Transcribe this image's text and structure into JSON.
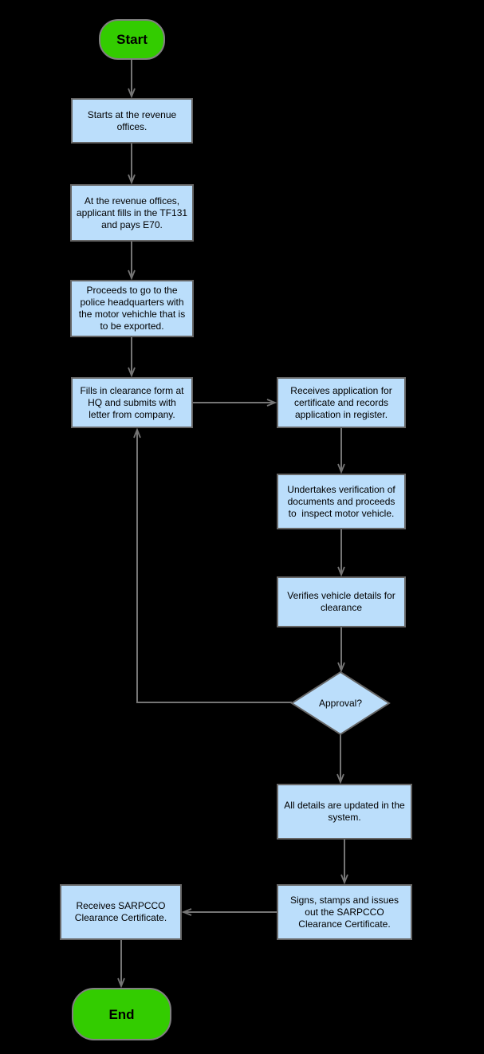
{
  "diagram": {
    "type": "flowchart",
    "colors": {
      "terminal_fill": "#33CC00",
      "terminal_border": "#808080",
      "process_fill": "#BBDEFB",
      "border": "#666666",
      "connector": "#757575",
      "text": "#000000",
      "background": "#000000"
    },
    "nodes": {
      "start": {
        "shape": "terminal",
        "label": "Start"
      },
      "revenue_offices": {
        "shape": "process",
        "label": "Starts at the revenue\noffices."
      },
      "tf131_payment": {
        "shape": "process",
        "label": "At the revenue offices,\napplicant fills in the TF131\nand pays E70."
      },
      "police_hq": {
        "shape": "process",
        "label": "Proceeds to go to the\npolice headquarters with\nthe motor vehichle that is\nto be exported."
      },
      "clearance_form": {
        "shape": "process",
        "label": "Fills in clearance form at\nHQ and submits with\nletter from company."
      },
      "receives_application": {
        "shape": "process",
        "label": "Receives application for\ncertificate and records\napplication in register."
      },
      "verification": {
        "shape": "process",
        "label": "Undertakes verification of\ndocuments and proceeds\nto  inspect motor vehicle."
      },
      "verifies_details": {
        "shape": "process",
        "label": "Verifies vehicle details for\nclearance"
      },
      "approval": {
        "shape": "decision",
        "label": "Approval?"
      },
      "update_system": {
        "shape": "process",
        "label": "All details are updated in the\nsystem."
      },
      "signs_stamps": {
        "shape": "process",
        "label": "Signs, stamps and issues\nout the SARPCCO\nClearance Certificate."
      },
      "receives_certificate": {
        "shape": "process",
        "label": "Receives SARPCCO\nClearance Certificate."
      },
      "end": {
        "shape": "terminal",
        "label": "End"
      }
    },
    "edges": [
      {
        "from": "start",
        "to": "revenue_offices"
      },
      {
        "from": "revenue_offices",
        "to": "tf131_payment"
      },
      {
        "from": "tf131_payment",
        "to": "police_hq"
      },
      {
        "from": "police_hq",
        "to": "clearance_form"
      },
      {
        "from": "clearance_form",
        "to": "receives_application"
      },
      {
        "from": "receives_application",
        "to": "verification"
      },
      {
        "from": "verification",
        "to": "verifies_details"
      },
      {
        "from": "verifies_details",
        "to": "approval"
      },
      {
        "from": "approval",
        "to": "clearance_form"
      },
      {
        "from": "approval",
        "to": "update_system"
      },
      {
        "from": "update_system",
        "to": "signs_stamps"
      },
      {
        "from": "signs_stamps",
        "to": "receives_certificate"
      },
      {
        "from": "receives_certificate",
        "to": "end"
      }
    ]
  }
}
